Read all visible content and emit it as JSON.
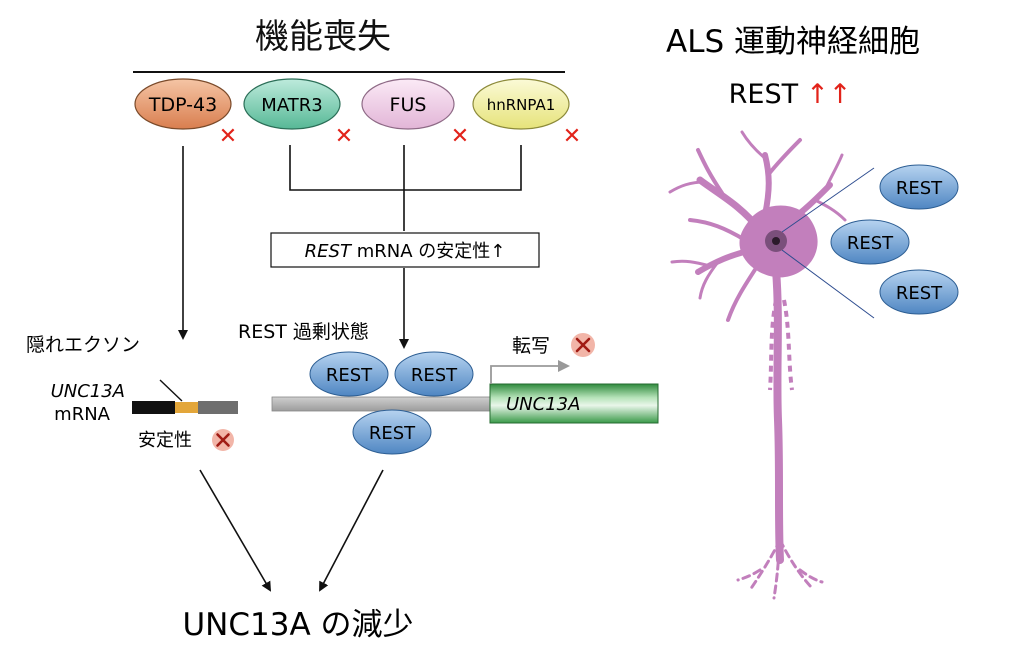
{
  "title": "機能喪失",
  "neuron_title": "ALS 運動神経細胞",
  "neuron_rest_label": "REST",
  "neuron_rest_arrows": "↑↑",
  "proteins": [
    {
      "name": "TDP-43"
    },
    {
      "name": "MATR3"
    },
    {
      "name": "FUS"
    },
    {
      "name": "hnRNPA1"
    }
  ],
  "loss_mark": "✕",
  "stability_box": {
    "gene": "REST",
    "text": " mRNA の安定性↑"
  },
  "rest_overload": "REST 過剰状態",
  "transcription": "転写",
  "hidden_exon": "隠れエクソン",
  "mrna_gene": "UNC13A",
  "mrna_label": "mRNA",
  "stability": "安定性",
  "gene_name": "UNC13A",
  "rest_label": "REST",
  "outcome": "UNC13A の減少",
  "colors": {
    "tdp43": "#e8a27a",
    "matr3": "#7fcfb5",
    "fus": "#f1d2ea",
    "hnrnpa1": "#f4f2a8",
    "rest": "#6d9fd4",
    "gene": "#3d9a4c",
    "neuron": "#c27fbc",
    "cross": "#e2231a",
    "exon": "#e3a63a"
  }
}
